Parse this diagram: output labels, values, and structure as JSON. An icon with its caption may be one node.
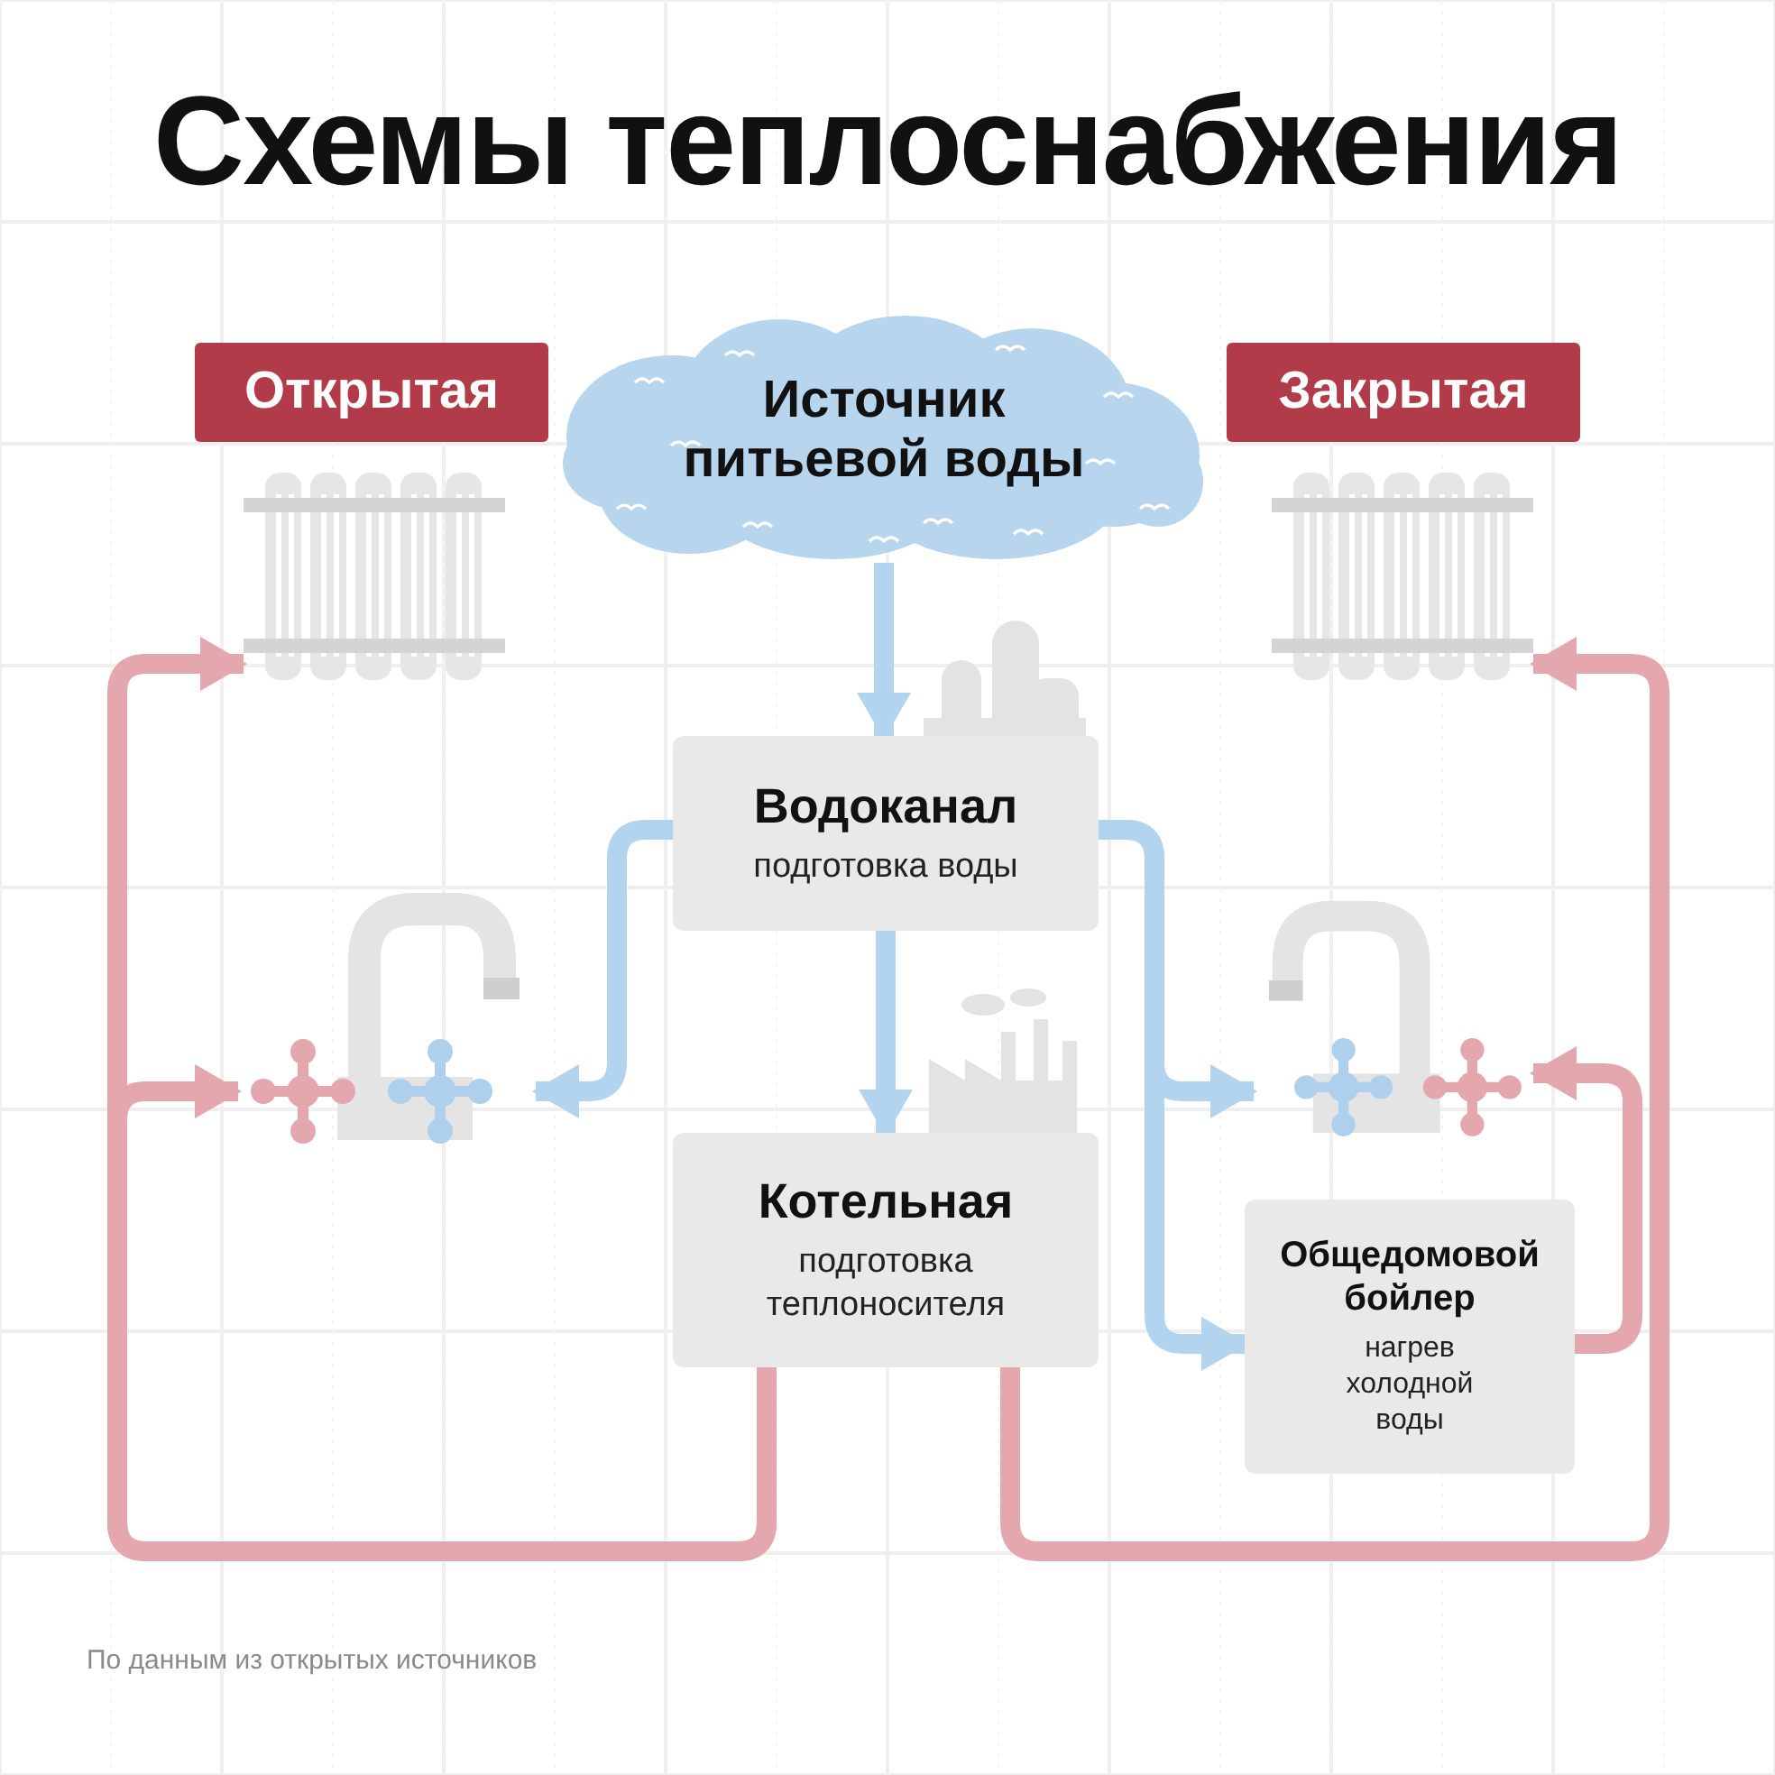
{
  "diagram": {
    "title": "Схемы теплоснабжения",
    "caption": "По данным из открытых источников",
    "nodes": [
      {
        "text": [
          "Открытая"
        ]
      },
      {
        "text": [
          "Закрытая"
        ]
      },
      {
        "text": [
          "Источник питьевой воды"
        ]
      },
      {
        "text": [
          "Водоканал",
          "подготовка воды"
        ]
      },
      {
        "text": [
          "Котельная",
          "подготовка теплоносителя"
        ]
      },
      {
        "text": [
          "Общедомовой бойлер",
          "нагрев холодной воды"
        ]
      },
      {
        "text": [],
        "shape": "picture"
      },
      {
        "text": [],
        "shape": "picture"
      },
      {
        "text": [],
        "shape": "picture"
      },
      {
        "text": [],
        "shape": "picture"
      }
    ],
    "edges": [
      {
        "from": 2,
        "to": 3,
        "arrow": "to"
      },
      {
        "from": 3,
        "to": 8,
        "arrow": "to"
      },
      {
        "from": 3,
        "to": 4,
        "arrow": "to"
      },
      {
        "from": 3,
        "to": 9,
        "arrow": "to"
      },
      {
        "from": 3,
        "to": 5,
        "arrow": "to"
      },
      {
        "from": 4,
        "to": 6,
        "arrow": "to",
        "color": "#e3a7ad"
      },
      {
        "from": 4,
        "to": 8,
        "arrow": "to",
        "color": "#e3a7ad"
      },
      {
        "from": 4,
        "to": 7,
        "arrow": "to",
        "color": "#e3a7ad"
      },
      {
        "from": 5,
        "to": 9,
        "arrow": "to",
        "color": "#e3a7ad"
      }
    ]
  }
}
